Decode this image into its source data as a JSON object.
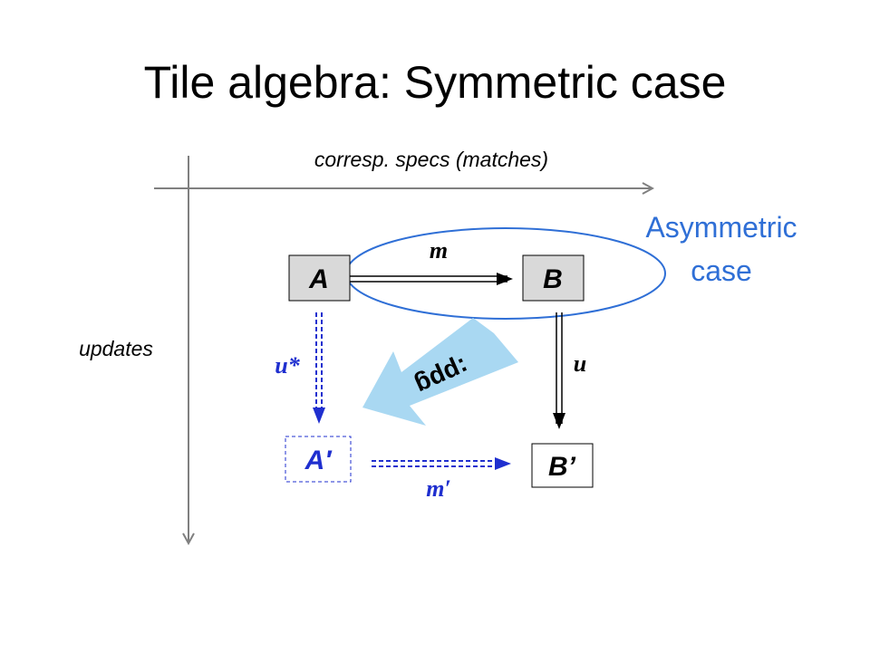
{
  "title": "Tile algebra: Symmetric case",
  "axes": {
    "horizontal_label": "corresp. specs (matches)",
    "vertical_label": "updates"
  },
  "asymmetric_case": {
    "line1": "Asymmetric",
    "line2": "case"
  },
  "nodes": {
    "a": "A",
    "b": "B",
    "a_prime": "A′",
    "b_prime": "B’"
  },
  "arrows": {
    "m": "m",
    "u": "u",
    "u_star": "u*",
    "m_prime": "m′"
  },
  "ppg_label": ":ppg",
  "colors": {
    "asymmetric_accent": "#2f6fd6",
    "derived_blue": "#1f2fcf",
    "ppg_arrow": "#a9d8f2",
    "node_fill": "#d9d9d9",
    "axis_gray": "#808080"
  }
}
